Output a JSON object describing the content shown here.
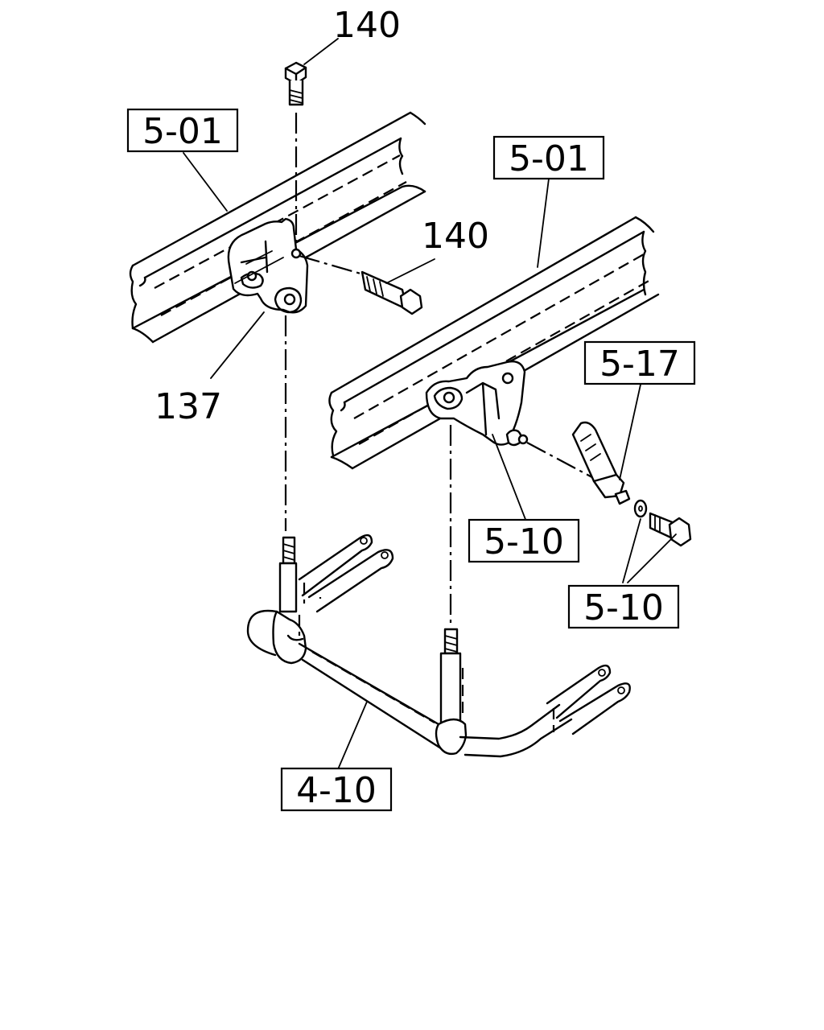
{
  "callouts": {
    "bolt_top": "140",
    "bolt_side": "140",
    "bracket": "137",
    "frame_left": "5-01",
    "frame_right": "5-01",
    "bushing_assy": "5-17",
    "bracket_right": "5-10",
    "bolt_washer": "5-10",
    "stabilizer_bar": "4-10"
  }
}
